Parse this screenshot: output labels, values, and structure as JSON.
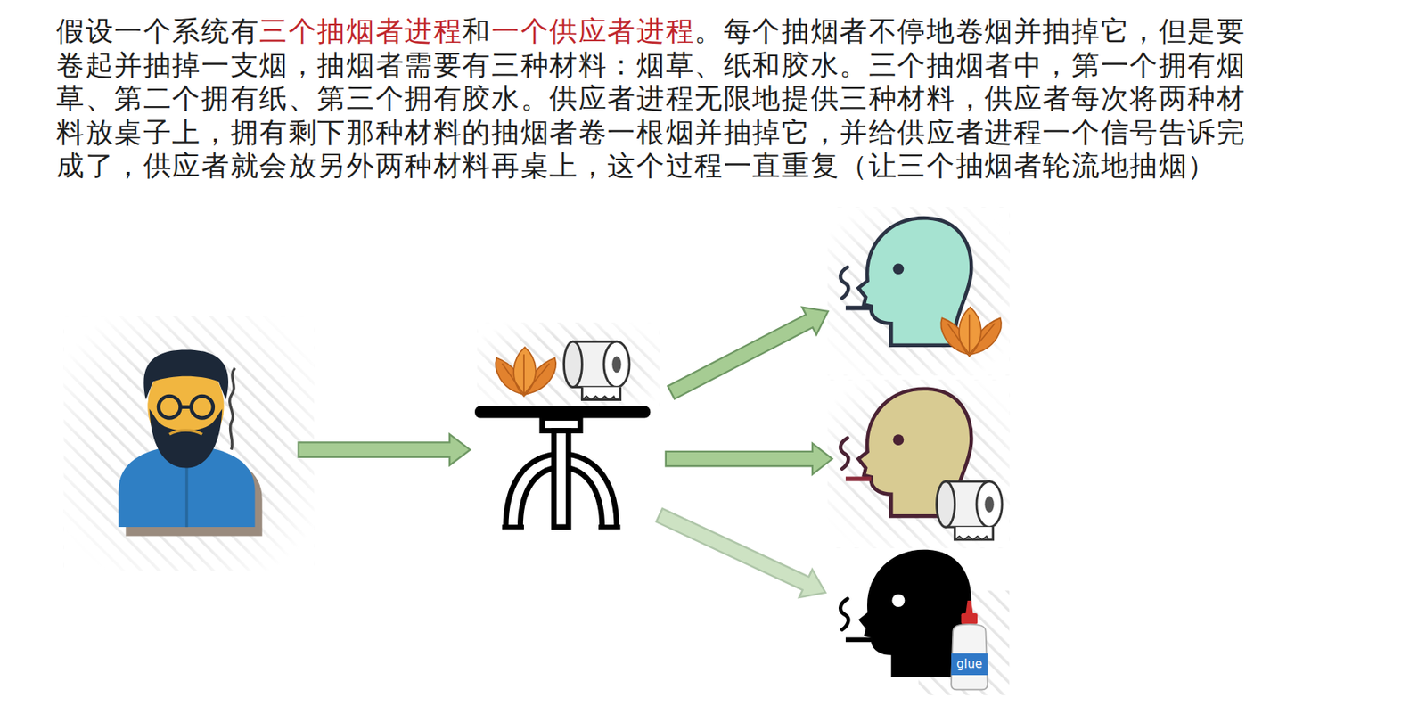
{
  "diagram": {
    "labels": [
      "假设一个系统有",
      "三个抽烟者进程",
      "和",
      "一个供应者进程",
      "。每个抽烟者不停地卷烟并抽掉它，但是要卷起并抽掉一支烟，抽烟者需要有三种材料：烟草、纸和胶水。三个抽烟者中，第一个拥有烟草、第二个拥有纸、第三个拥有胶水。供应者进程无限地提供三种材料，供应者每次将两种材料放桌子上，拥有剩下那种材料的抽烟者卷一根烟并抽掉它，并给供应者进程一个信号告诉完成了，供应者就会放另外两种材料再桌上，这个过程一直重复（让三个抽烟者轮流地抽烟）",
      "glue"
    ]
  }
}
